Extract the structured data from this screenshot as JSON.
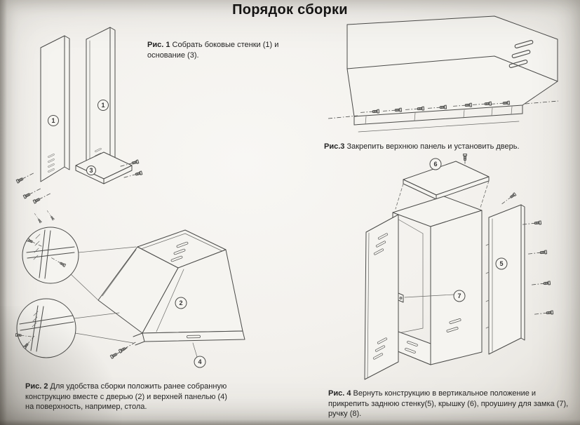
{
  "page": {
    "title": "Порядок сборки"
  },
  "colors": {
    "ink": "#4b4b49",
    "paper": "#f3f1ed"
  },
  "figures": {
    "fig1": {
      "label": "Рис. 1",
      "caption": "Собрать боковые стенки (1) и основание (3).",
      "callouts": {
        "side_a": "1",
        "side_b": "1",
        "base": "3"
      }
    },
    "fig2": {
      "label": "Рис. 2",
      "caption": "Для удобства сборки положить ранее собранную конструкцию вместе с дверью (2) и верхней панелью (4) на поверхность, например, стола.",
      "callouts": {
        "door": "2",
        "top_panel": "4"
      }
    },
    "fig3": {
      "label": "Рис.3",
      "caption": "Закрепить верхнюю панель и установить дверь."
    },
    "fig4": {
      "label": "Рис. 4",
      "caption": "Вернуть конструкцию в вертикальное положение и прикрепить заднюю стенку(5), крышку (6), проушину для замка (7), ручку (8).",
      "callouts": {
        "cover": "6",
        "back_wall": "5",
        "lock_eye": "7"
      }
    }
  }
}
